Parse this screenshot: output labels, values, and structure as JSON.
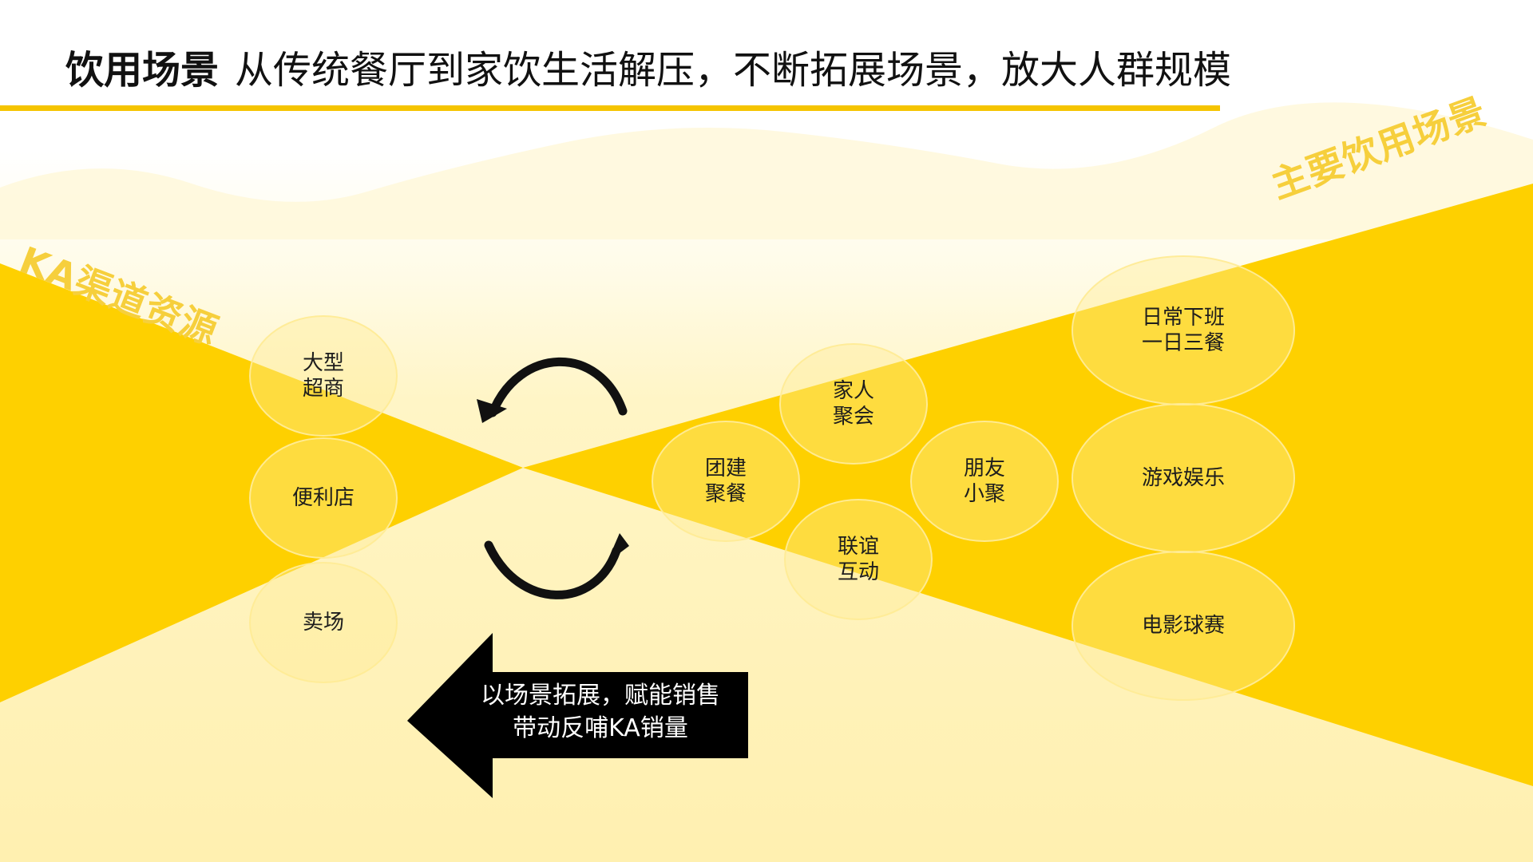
{
  "header": {
    "title_bold": "饮用场景",
    "title_rest": "从传统餐厅到家饮生活解压，不断拓展场景，放大人群规模"
  },
  "labels": {
    "left": "KA渠道资源",
    "right": "主要饮用场景"
  },
  "left_bubbles": [
    {
      "text": "大型\n超商"
    },
    {
      "text": "便利店"
    },
    {
      "text": "卖场"
    }
  ],
  "right_bubbles": [
    {
      "text": "家人\n聚会"
    },
    {
      "text": "团建\n聚餐"
    },
    {
      "text": "朋友\n小聚"
    },
    {
      "text": "联谊\n互动"
    },
    {
      "text": "日常下班\n一日三餐"
    },
    {
      "text": "游戏娱乐"
    },
    {
      "text": "电影球赛"
    }
  ],
  "callout": {
    "text": "以场景拓展，赋能销售\n带动反哺KA销量"
  },
  "colors": {
    "accent": "#f5c400",
    "wedge": "#fed000",
    "wash": "#fff6c7",
    "arrow": "#000000"
  }
}
